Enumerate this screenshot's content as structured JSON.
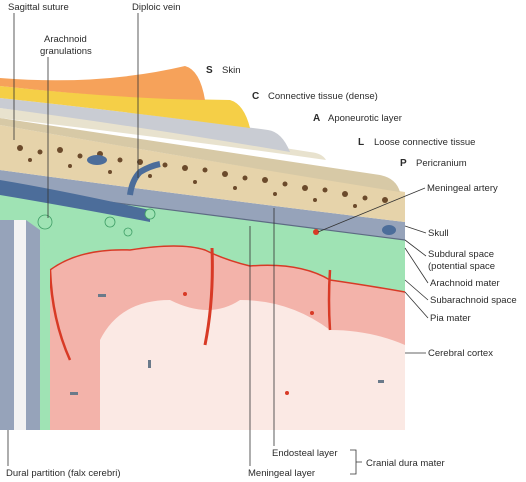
{
  "labels": {
    "sagittal_suture": "Sagittal suture",
    "diploic_vein": "Diploic vein",
    "arachnoid_granulations_1": "Arachnoid",
    "arachnoid_granulations_2": "granulations",
    "scalp_s_letter": "S",
    "scalp_s_text": "Skin",
    "scalp_c_letter": "C",
    "scalp_c_text": "Connective tissue (dense)",
    "scalp_a_letter": "A",
    "scalp_a_text": "Aponeurotic layer",
    "scalp_l_letter": "L",
    "scalp_l_text": "Loose connective tissue",
    "scalp_p_letter": "P",
    "scalp_p_text": "Pericranium",
    "meningeal_artery": "Meningeal artery",
    "skull": "Skull",
    "subdural_1": "Subdural space",
    "subdural_2": "(potential space",
    "arachnoid_mater": "Arachnoid mater",
    "subarachnoid_space": "Subarachnoid space",
    "pia_mater": "Pia mater",
    "cerebral_cortex": "Cerebral cortex",
    "endosteal_layer": "Endosteal layer",
    "meningeal_layer": "Meningeal layer",
    "cranial_dura_mater": "Cranial dura mater",
    "dural_partition": "Dural partition (falx cerebri)"
  },
  "colors": {
    "skin": "#f6a25a",
    "connective_dense": "#f5cf47",
    "aponeurotic": "#c9ccd3",
    "loose_connective": "#e8e2ce",
    "skull": "#e6d3aa",
    "diploe_dots": "#6b4a2b",
    "vein": "#4c6d9a",
    "dura": "#96a3ba",
    "subarachnoid": "#9fe3b4",
    "cortex": "#f3b3aa",
    "white_matter": "#fbe9e4",
    "pia": "#d83a26"
  }
}
